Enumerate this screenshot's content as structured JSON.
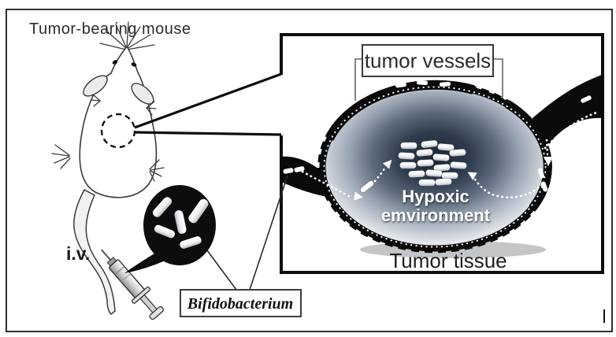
{
  "labels": {
    "title": "Tumor-bearing mouse",
    "iv": "i.v.",
    "bacterium": "Bifidobacterium",
    "tumor_vessels": "tumor vessels",
    "hypoxic_line1": "Hypoxic",
    "hypoxic_line2": "emvironment",
    "tumor_tissue": "Tumor tissue"
  },
  "colors": {
    "ink": "#1d1d1d",
    "outline_gray": "#3a3a3a",
    "vessel_black": "#0a0a0a",
    "hypoxic_text_color": "#ffffff",
    "ellipse_gradient_stops": [
      "#1b2430",
      "#2e3c4e",
      "#5d6b7e",
      "#97a2b0",
      "#c3c9d3",
      "#e4e7ec",
      "#f7f8fa",
      "#fdfdfe"
    ],
    "rod_white": "#ffffff",
    "rod_shade": "#b6bcc6",
    "ear_fill": "#ececec"
  },
  "bacteria": {
    "cluster_rod_size": [
      21,
      8.5
    ],
    "cluster_rods": [
      [
        519,
        185,
        0
      ],
      [
        545,
        183,
        -6
      ],
      [
        566,
        187,
        5
      ],
      [
        516,
        198,
        3
      ],
      [
        539,
        194,
        -5
      ],
      [
        560,
        200,
        4
      ],
      [
        581,
        194,
        -4
      ],
      [
        518,
        210,
        0
      ],
      [
        540,
        207,
        -3
      ],
      [
        561,
        213,
        -5
      ],
      [
        582,
        210,
        4
      ],
      [
        529,
        221,
        -3
      ],
      [
        551,
        220,
        4
      ],
      [
        571,
        223,
        0
      ],
      [
        542,
        232,
        0
      ],
      [
        563,
        231,
        -4
      ]
    ],
    "bubble_rods": [
      [
        206,
        263,
        -48,
        30,
        11
      ],
      [
        229,
        282,
        78,
        30,
        11
      ],
      [
        252,
        268,
        -55,
        34,
        12
      ],
      [
        209,
        294,
        22,
        27,
        10
      ],
      [
        242,
        308,
        -18,
        28,
        10
      ]
    ],
    "vessel_rods": [
      [
        509,
        108,
        -8,
        14,
        5.5
      ],
      [
        536,
        105,
        4,
        14,
        5.5
      ],
      [
        565,
        107,
        -4,
        14,
        5.5
      ],
      [
        366,
        217,
        -10,
        13,
        6
      ],
      [
        380,
        215,
        -12,
        13,
        6
      ],
      [
        744,
        126,
        -25,
        14,
        5.5
      ],
      [
        687,
        220,
        75,
        13,
        6
      ],
      [
        691,
        237,
        70,
        13,
        6
      ]
    ],
    "migrating_rod": [
      466,
      237,
      -38,
      20,
      7
    ]
  }
}
